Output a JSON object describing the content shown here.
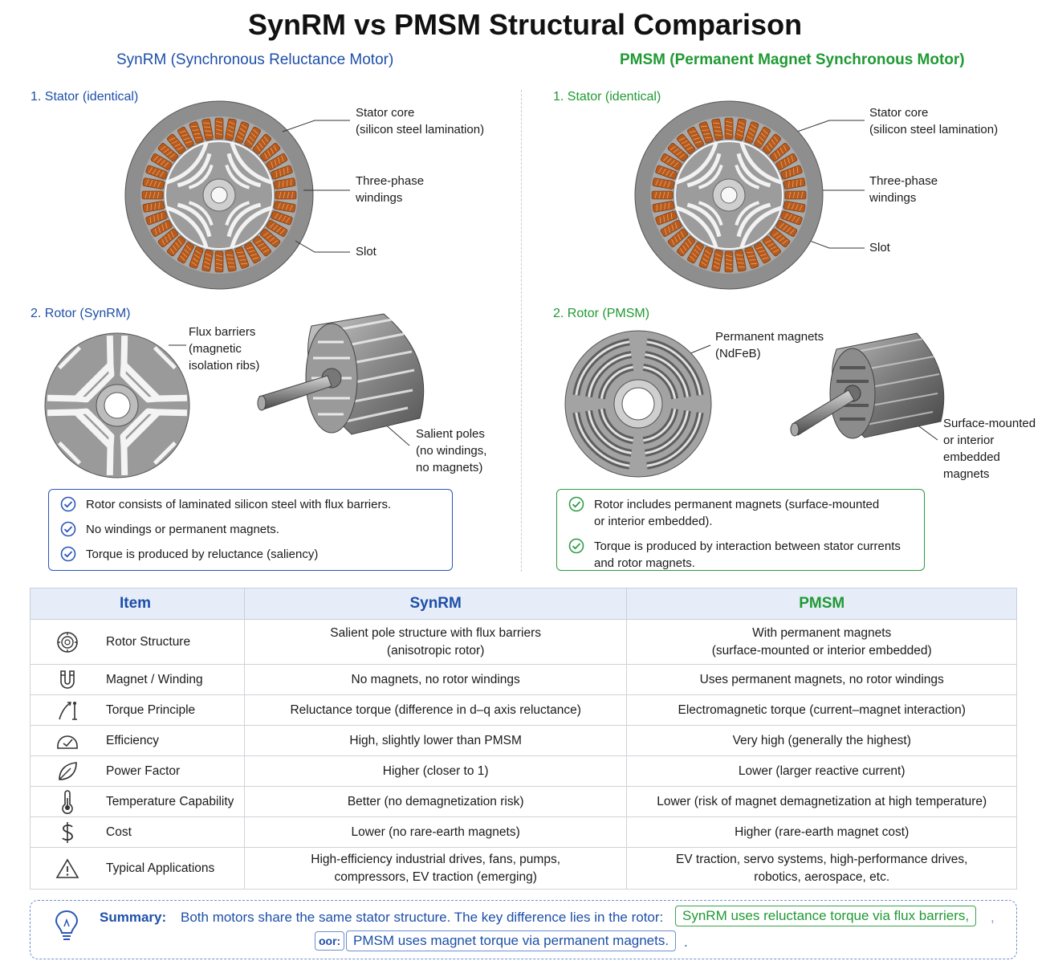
{
  "title": "SynRM vs PMSM  Structural Comparison",
  "synrm": {
    "heading": "SynRM (Synchronous Reluctance Motor)",
    "stator_title": "1. Stator (identical)",
    "stator_labels": {
      "core_1": "Stator core",
      "core_2": "(silicon steel lamination)",
      "wind_1": "Three-phase",
      "wind_2": "windings",
      "slot": "Slot"
    },
    "rotor_title": "2. Rotor (SynRM)",
    "rotor_labels": {
      "flux_1": "Flux barriers",
      "flux_2": "(magnetic",
      "flux_3": "isolation ribs)",
      "sal_1": "Salient poles",
      "sal_2": "(no windings,",
      "sal_3": "no magnets)"
    },
    "checks": [
      "Rotor consists of laminated silicon steel with flux barriers.",
      "No windings or permanent magnets.",
      "Torque is produced by reluctance (saliency)"
    ]
  },
  "pmsm": {
    "heading": "PMSM (Permanent Magnet Synchronous Motor)",
    "stator_title": "1. Stator (identical)",
    "stator_labels": {
      "core_1": "Stator core",
      "core_2": "(silicon steel lamination)",
      "wind_1": "Three-phase",
      "wind_2": "windings",
      "slot": "Slot"
    },
    "rotor_title": "2. Rotor (PMSM)",
    "rotor_labels": {
      "pm_1": "Permanent magnets",
      "pm_2": "(NdFeB)",
      "sm_1": "Surface-mounted",
      "sm_2": "or interior",
      "sm_3": "embedded",
      "sm_4": "magnets"
    },
    "checks": [
      "Rotor includes permanent magnets (surface-mounted\nor interior embedded).",
      "Torque is produced by interaction between stator currents\nand rotor magnets."
    ]
  },
  "table": {
    "headers": [
      "Item",
      "SynRM",
      "PMSM"
    ],
    "rows": [
      {
        "icon": "rotor-icon",
        "item": "Rotor Structure",
        "synrm": "Salient pole structure with flux barriers\n(anisotropic rotor)",
        "pmsm": "With permanent magnets\n(surface-mounted or interior embedded)"
      },
      {
        "icon": "magnet-icon",
        "item": "Magnet / Winding",
        "synrm": "No magnets, no rotor windings",
        "pmsm": "Uses permanent magnets, no rotor windings"
      },
      {
        "icon": "torque-icon",
        "item": "Torque Principle",
        "synrm": "Reluctance torque (difference in d–q axis reluctance)",
        "pmsm": "Electromagnetic torque (current–magnet interaction)"
      },
      {
        "icon": "gauge-icon",
        "item": "Efficiency",
        "synrm": "High, slightly lower than PMSM",
        "pmsm": "Very high (generally the highest)"
      },
      {
        "icon": "leaf-icon",
        "item": "Power Factor",
        "synrm": "Higher (closer to 1)",
        "pmsm": "Lower (larger reactive current)"
      },
      {
        "icon": "thermometer-icon",
        "item": "Temperature Capability",
        "synrm": "Better (no demagnetization risk)",
        "pmsm": "Lower (risk of magnet demagnetization at high temperature)"
      },
      {
        "icon": "dollar-icon",
        "item": "Cost",
        "synrm": "Lower (no rare-earth magnets)",
        "pmsm": "Higher (rare-earth magnet cost)"
      },
      {
        "icon": "warning-icon",
        "item": "Typical Applications",
        "synrm": "High-efficiency industrial drives, fans, pumps,\ncompressors, EV traction (emerging)",
        "pmsm": "EV traction, servo systems, high-performance drives,\nrobotics, aerospace, etc."
      }
    ]
  },
  "summary": {
    "label": "Summary:",
    "text": "Both motors share the same stator structure. The key difference lies in the rotor:",
    "synrm_pill": "SynRM uses reluctance torque via flux barriers,",
    "comma": ",",
    "or_tag": "oor:",
    "pmsm_pill": "PMSM uses magnet torque via permanent magnets.",
    "period": "."
  },
  "colors": {
    "synrm_blue": "#1d4fa8",
    "pmsm_green": "#1f9a33",
    "copper": "#b85a1c",
    "steel": "#8f8f8f"
  }
}
